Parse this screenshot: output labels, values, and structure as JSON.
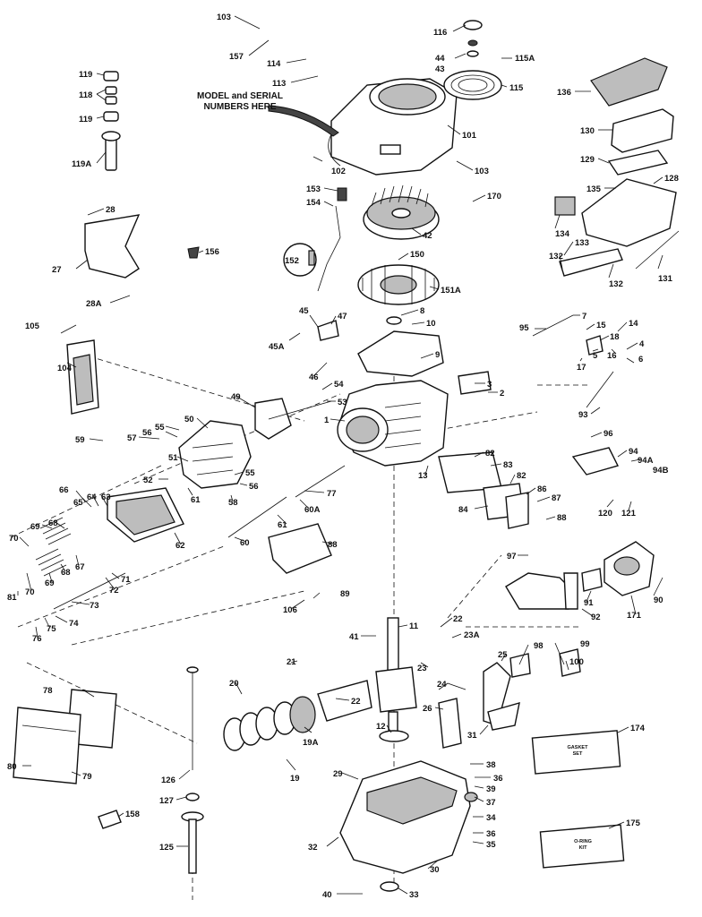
{
  "labels": {
    "l103a": "103",
    "l157": "157",
    "l114": "114",
    "l113": "113",
    "l116": "116",
    "l44": "44",
    "l43": "43",
    "l115a": "115A",
    "l115": "115",
    "l136": "136",
    "l119a": "119",
    "l118": "118",
    "l119b": "119",
    "l119A": "119A",
    "l101": "101",
    "l103b": "103",
    "l102": "102",
    "l130": "130",
    "l129": "129",
    "l153": "153",
    "l154": "154",
    "l170": "170",
    "l135": "135",
    "l128": "128",
    "l28": "28",
    "l156": "156",
    "l42": "42",
    "l134": "134",
    "l133": "133",
    "l27": "27",
    "l150": "150",
    "l152": "152",
    "l132a": "132",
    "l132b": "132",
    "l131": "131",
    "l28A": "28A",
    "l151A": "151A",
    "l105": "105",
    "l45": "45",
    "l47": "47",
    "l8": "8",
    "l10": "10",
    "l95": "95",
    "l7": "7",
    "l15": "15",
    "l18": "18",
    "l14": "14",
    "l104": "104",
    "l45A": "45A",
    "l46": "46",
    "l9": "9",
    "l4": "4",
    "l5": "5",
    "l16": "16",
    "l6": "6",
    "l17": "17",
    "l3": "3",
    "l2": "2",
    "l54": "54",
    "l49": "49",
    "l53": "53",
    "l50": "50",
    "l1": "1",
    "l93": "93",
    "l55a": "55",
    "l56a": "56",
    "l59": "59",
    "l57": "57",
    "l51": "51",
    "l96": "96",
    "l82a": "82",
    "l94": "94",
    "l94A": "94A",
    "l83": "83",
    "l94B": "94B",
    "l13": "13",
    "l52": "52",
    "l55b": "55",
    "l56b": "56",
    "l61a": "61",
    "l82b": "82",
    "l86": "86",
    "l87": "87",
    "l66": "66",
    "l65": "65",
    "l64": "64",
    "l63": "63",
    "l58": "58",
    "l77": "77",
    "l84": "84",
    "l88a": "88",
    "l120": "120",
    "l121": "121",
    "l69a": "69",
    "l68a": "68",
    "l60A": "60A",
    "l61b": "61",
    "l70a": "70",
    "l67": "67",
    "l62": "62",
    "l60": "60",
    "l88b": "88",
    "l97": "97",
    "l90": "90",
    "l71": "71",
    "l72": "72",
    "l69b": "69",
    "l68b": "68",
    "l91": "91",
    "l92": "92",
    "l171": "171",
    "l70b": "70",
    "l73": "73",
    "l106": "106",
    "l89": "89",
    "l81": "81",
    "l75": "75",
    "l74": "74",
    "l76": "76",
    "l98": "98",
    "l99": "99",
    "l41": "41",
    "l11": "11",
    "l100": "100",
    "l22a": "22",
    "l23A": "23A",
    "l25": "25",
    "l21": "21",
    "l22b": "22",
    "l23": "23",
    "l24": "24",
    "l78": "78",
    "l20": "20",
    "l26": "26",
    "l12": "12",
    "l31": "31",
    "l174": "174",
    "l19A": "19A",
    "l19": "19",
    "l38a": "38",
    "l36a": "36",
    "l126": "126",
    "l29": "29",
    "l39": "39",
    "l37": "37",
    "l80": "80",
    "l79": "79",
    "l127": "127",
    "l158": "158",
    "l34": "34",
    "l175": "175",
    "l36b": "36",
    "l35": "35",
    "l32": "32",
    "l125": "125",
    "l30": "30",
    "l40": "40",
    "l33": "33"
  },
  "note": {
    "line1": "MODEL and SERIAL",
    "line2": "NUMBERS HERE"
  },
  "boxes": {
    "gasket_line1": "GASKET",
    "gasket_line2": "SET",
    "oring_line1": "O-RING",
    "oring_line2": "KIT"
  }
}
